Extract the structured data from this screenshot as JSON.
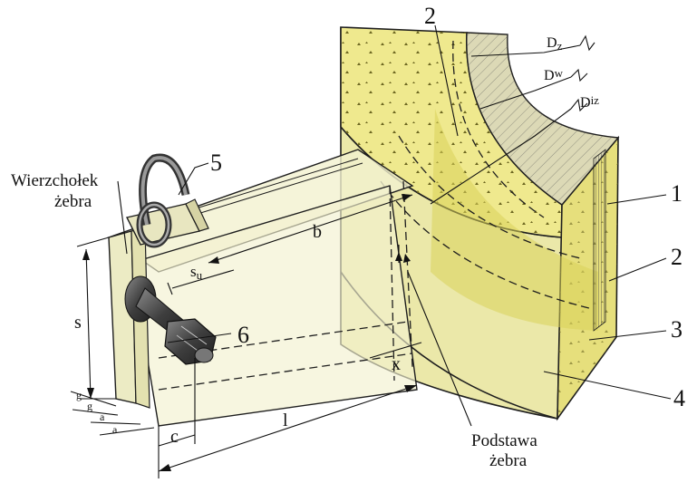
{
  "colors": {
    "concrete": "#efe98e",
    "concrete_dark": "#d9d25a",
    "insulation": "#dcd9b6",
    "rib_fill": "#f2f1cf",
    "bolt": "#4c4c4c"
  },
  "labels": {
    "n1": "1",
    "n2_right": "2",
    "n2_top": "2",
    "n3": "3",
    "n4": "4",
    "n5": "5",
    "n6": "6",
    "wierzcholek_line1": "Wierzchołek",
    "wierzcholek_line2": "żebra",
    "podstawa_line1": "Podstawa",
    "podstawa_line2": "żebra"
  },
  "dimensions": {
    "s": "s",
    "b": "b",
    "l": "l",
    "c": "c",
    "x": "x",
    "su": "s",
    "su_sub": "u",
    "dz": "D",
    "dz_sub": "z",
    "dw": "D",
    "dw_sub": "w",
    "diz": "D",
    "diz_sub": "iz",
    "g1": "g",
    "g2": "g",
    "a1": "a",
    "a2": "a"
  }
}
